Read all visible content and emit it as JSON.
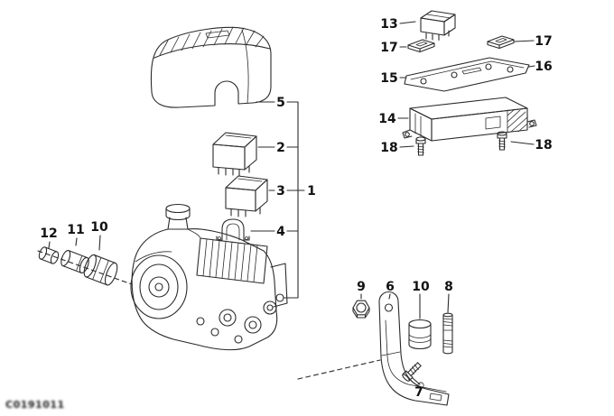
{
  "watermark": "C0191011",
  "colors": {
    "line": "#2b2b2b",
    "background": "#ffffff",
    "label": "#111111"
  },
  "callouts": {
    "1": "1",
    "2": "2",
    "3": "3",
    "4": "4",
    "5": "5",
    "6": "6",
    "7": "7",
    "8": "8",
    "9": "9",
    "10": "10",
    "11": "11",
    "12": "12",
    "13": "13",
    "14": "14",
    "15": "15",
    "16": "16",
    "17": "17",
    "18": "18"
  }
}
